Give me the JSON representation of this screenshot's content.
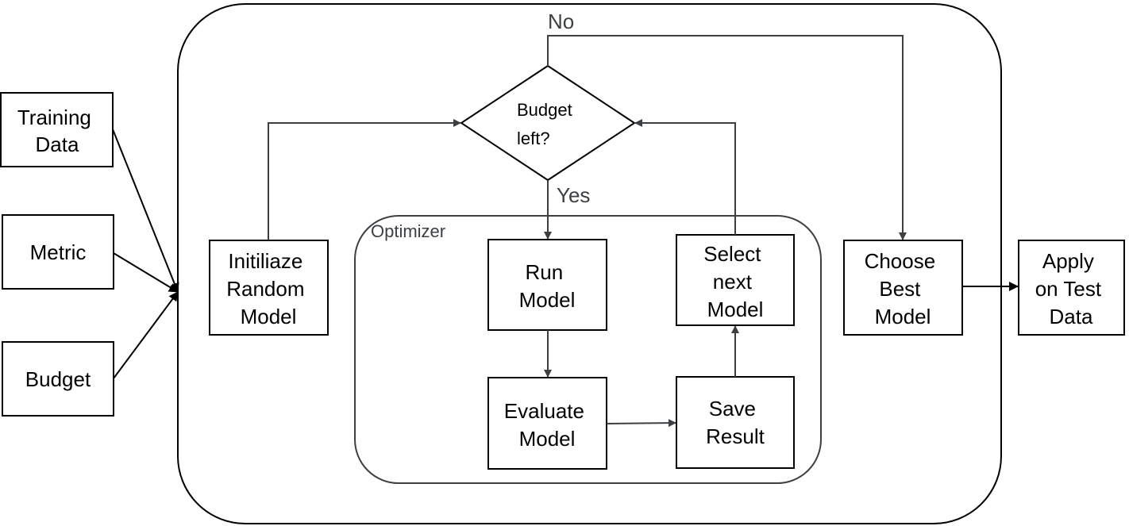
{
  "inputs": {
    "training_data": [
      "Training",
      "Data"
    ],
    "metric": "Metric",
    "budget": "Budget"
  },
  "decision": {
    "line1": "Budget",
    "line2": "left?",
    "yes_label": "Yes",
    "no_label": "No"
  },
  "init": [
    "Initiliaze",
    "Random",
    "Model"
  ],
  "optimizer": {
    "title": "Optimizer",
    "run": [
      "Run",
      "Model"
    ],
    "evaluate": [
      "Evaluate",
      "Model"
    ],
    "save": [
      "Save",
      "Result"
    ],
    "select": [
      "Select",
      "next",
      "Model"
    ]
  },
  "choose": [
    "Choose",
    "Best",
    "Model"
  ],
  "apply": [
    "Apply",
    "on Test",
    "Data"
  ]
}
